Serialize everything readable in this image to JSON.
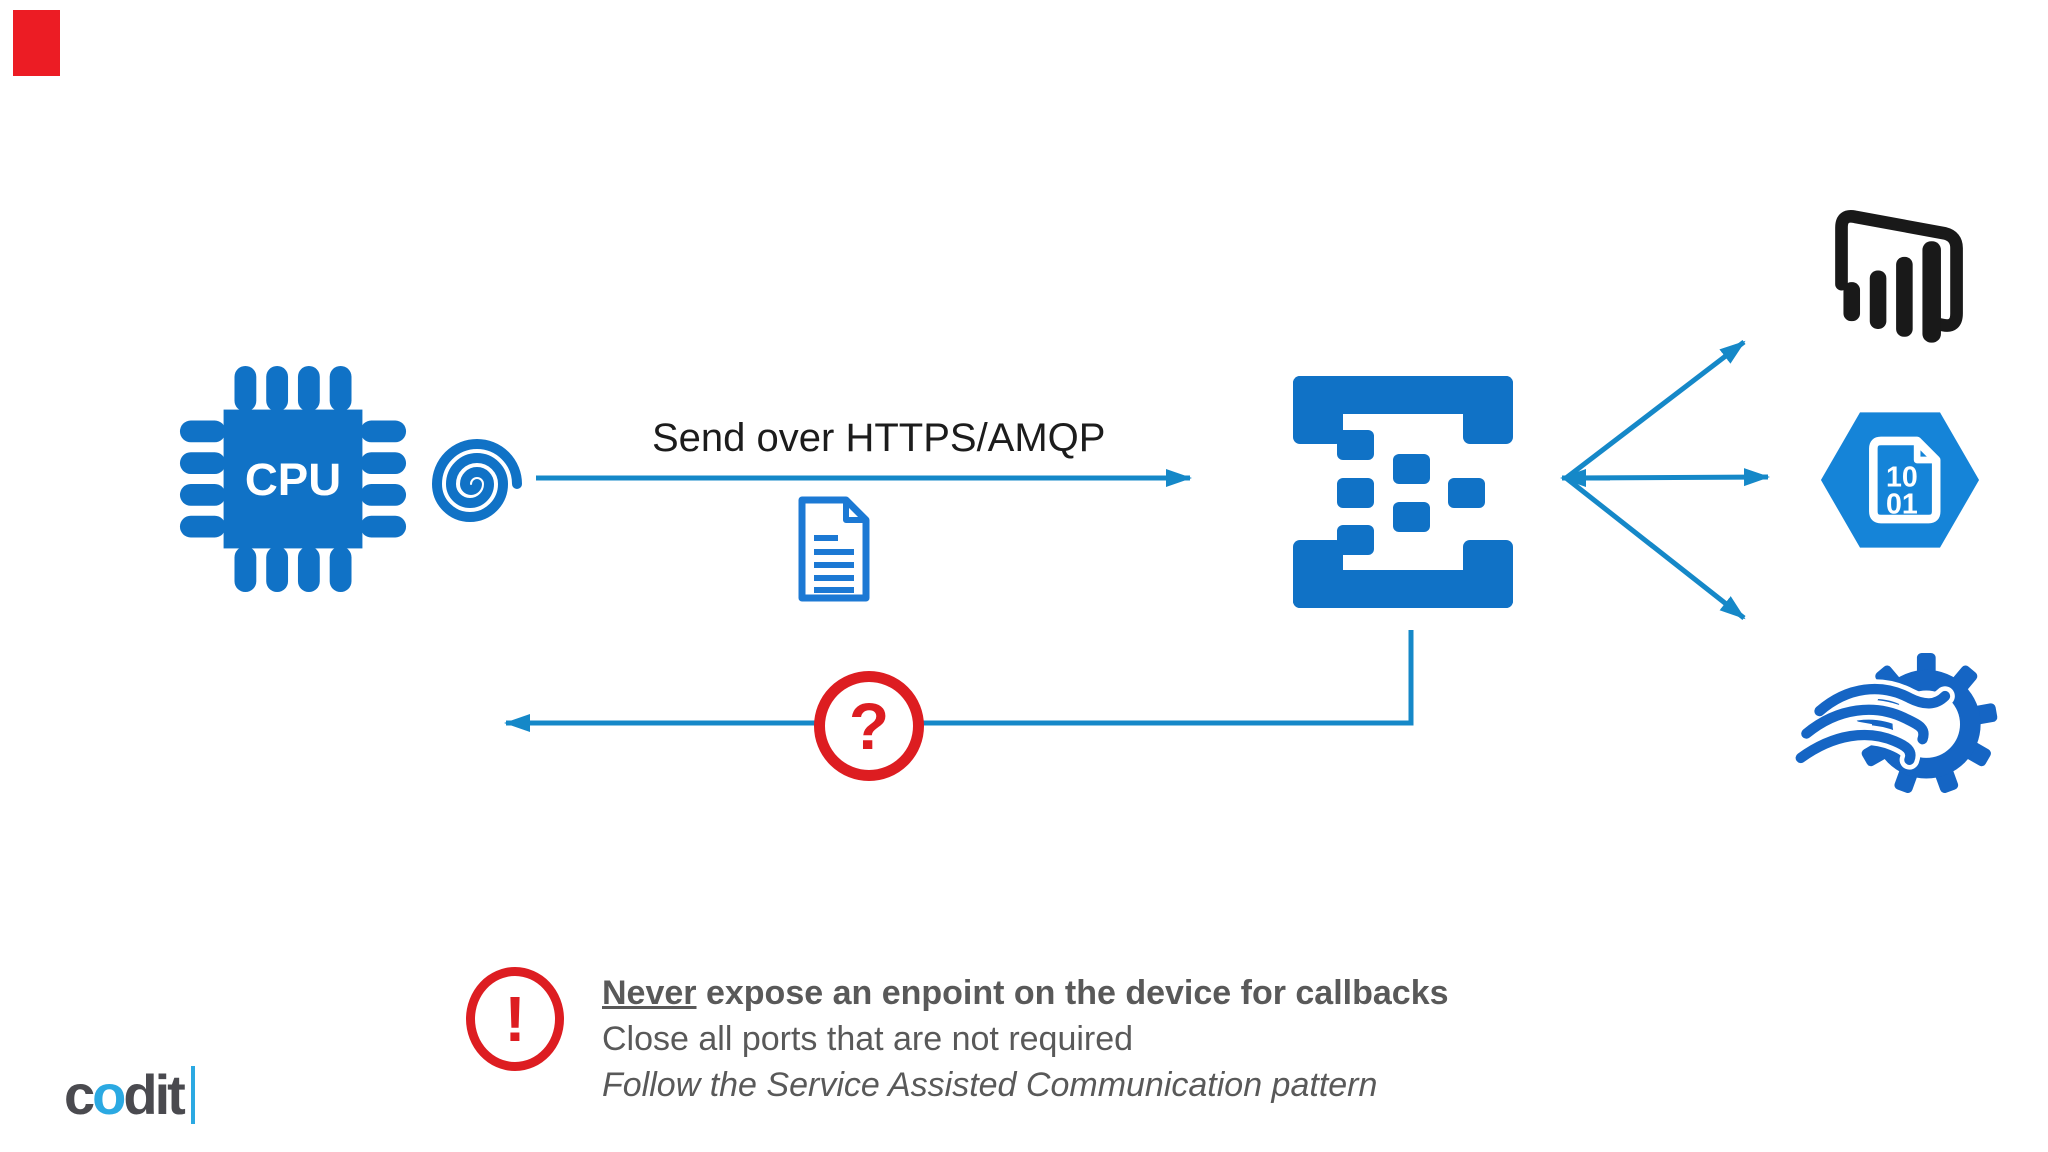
{
  "device": {
    "cpu_label": "CPU"
  },
  "flow": {
    "send_label": "Send over HTTPS/AMQP"
  },
  "outputs": {
    "hexagon_line1": "10",
    "hexagon_line2": "01"
  },
  "badges": {
    "question_mark": "?",
    "exclamation_mark": "!"
  },
  "warning": {
    "line1_emphasis": "Never",
    "line1_rest": " expose an enpoint on the device for callbacks",
    "line2": "Close all ports that are not required",
    "line3": "Follow the Service Assisted Communication pattern"
  },
  "logo": {
    "part1": "c",
    "part2": "o",
    "part3": "dit"
  },
  "colors": {
    "azure": "#1072C6",
    "arrow": "#1588C8",
    "doc": "#1C79D4",
    "hexagon": "#1584D8",
    "gear": "#1565C4",
    "powerbi": "#191919",
    "red": "#DD1D21",
    "marker-red": "#EC1C24",
    "text-gray": "#595959",
    "text-dark": "#1C1C1C",
    "logo-gray": "#4A4A4F",
    "logo-blue": "#2BA9E2"
  }
}
